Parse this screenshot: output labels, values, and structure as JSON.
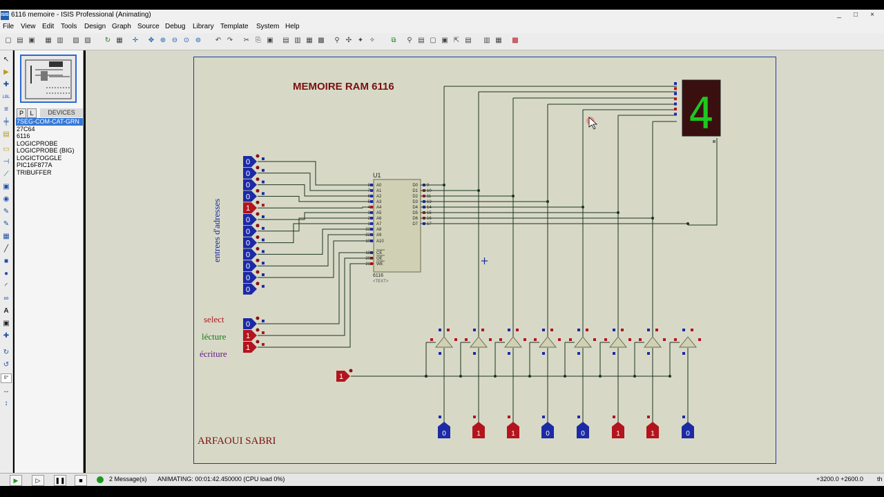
{
  "window": {
    "title": "6116 memoire - ISIS Professional (Animating)",
    "logo": "ISIS",
    "controls": [
      "_",
      "□",
      "×"
    ]
  },
  "menu": [
    "File",
    "View",
    "Edit",
    "Tools",
    "Design",
    "Graph",
    "Source",
    "Debug",
    "Library",
    "Template",
    "System",
    "Help"
  ],
  "panel": {
    "tab_p": "P",
    "tab_l": "L",
    "devices_header": "DEVICES",
    "devices": [
      "7SEG-COM-CAT-GRN",
      "27C64",
      "6116",
      "LOGICPROBE",
      "LOGICPROBE (BIG)",
      "LOGICTOGGLE",
      "PIC16F877A",
      "TRIBUFFER"
    ],
    "selected_device": "7SEG-COM-CAT-GRN"
  },
  "schematic": {
    "title": "MEMOIRE RAM 6116",
    "author": "ARFAOUI SABRI",
    "address_label": "entrees d'adresses",
    "select_label": "select",
    "read_label": "lécture",
    "write_label": "écriture",
    "chip_ref": "U1",
    "chip_name": "6116",
    "chip_text": "<TEXT>",
    "address_inputs": [
      "0",
      "0",
      "0",
      "0",
      "1",
      "0",
      "0",
      "0",
      "0",
      "0",
      "0",
      "0"
    ],
    "control_inputs": [
      "0",
      "1",
      "1"
    ],
    "enable_input": "1",
    "data_probes": [
      "0",
      "1",
      "1",
      "0",
      "0",
      "1",
      "1",
      "0"
    ],
    "display_digit": "4",
    "colors": {
      "high": "#b3141e",
      "low": "#1c2aa5",
      "display": "#1ec81e",
      "wire": "#1a3320"
    },
    "pins_left": [
      {
        "num": "8",
        "name": "A0"
      },
      {
        "num": "7",
        "name": "A1"
      },
      {
        "num": "6",
        "name": "A2"
      },
      {
        "num": "5",
        "name": "A3"
      },
      {
        "num": "4",
        "name": "A4"
      },
      {
        "num": "3",
        "name": "A5"
      },
      {
        "num": "2",
        "name": "A6"
      },
      {
        "num": "1",
        "name": "A7"
      },
      {
        "num": "23",
        "name": "A8"
      },
      {
        "num": "22",
        "name": "A9"
      },
      {
        "num": "19",
        "name": "A10"
      }
    ],
    "pins_ctrl": [
      {
        "num": "18",
        "name": "CE"
      },
      {
        "num": "20",
        "name": "OE"
      },
      {
        "num": "21",
        "name": "WE"
      }
    ],
    "pins_right": [
      {
        "num": "9",
        "name": "D0"
      },
      {
        "num": "10",
        "name": "D1"
      },
      {
        "num": "11",
        "name": "D2"
      },
      {
        "num": "13",
        "name": "D3"
      },
      {
        "num": "14",
        "name": "D4"
      },
      {
        "num": "15",
        "name": "D5"
      },
      {
        "num": "16",
        "name": "D6"
      },
      {
        "num": "17",
        "name": "D7"
      }
    ]
  },
  "status": {
    "messages": "2 Message(s)",
    "animating": "ANIMATING: 00:01:42.450000 (CPU load 0%)",
    "coords": "+3200.0  +2600.0",
    "unit": "th"
  }
}
